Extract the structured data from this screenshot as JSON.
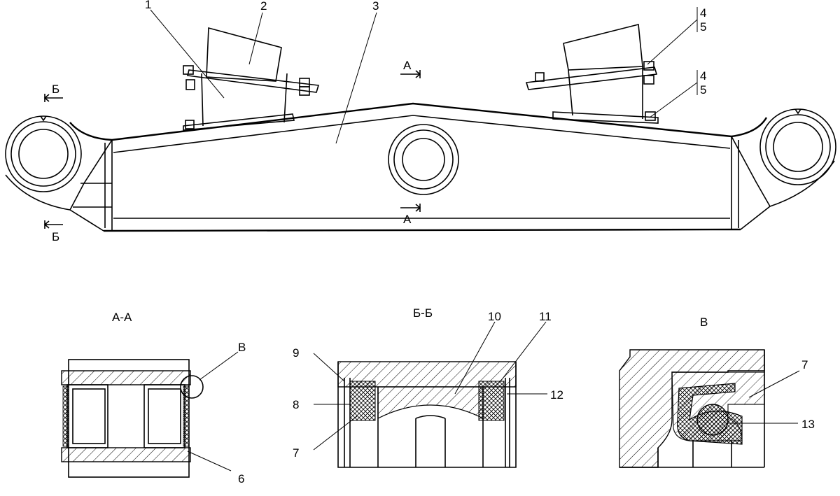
{
  "callouts": {
    "c1": "1",
    "c2": "2",
    "c3": "3",
    "c4a": "4",
    "c5a": "5",
    "c4b": "4",
    "c5b": "5",
    "c6": "6",
    "c7a": "7",
    "c7b": "7",
    "c8": "8",
    "c9": "9",
    "c10": "10",
    "c11": "11",
    "c12": "12",
    "c13": "13"
  },
  "section_marks": {
    "a_top": "А",
    "a_bottom": "А",
    "b_top": "Б",
    "b_bottom": "Б",
    "v_circle": "В"
  },
  "section_titles": {
    "aa": "А-А",
    "bb": "Б-Б",
    "v": "В"
  }
}
